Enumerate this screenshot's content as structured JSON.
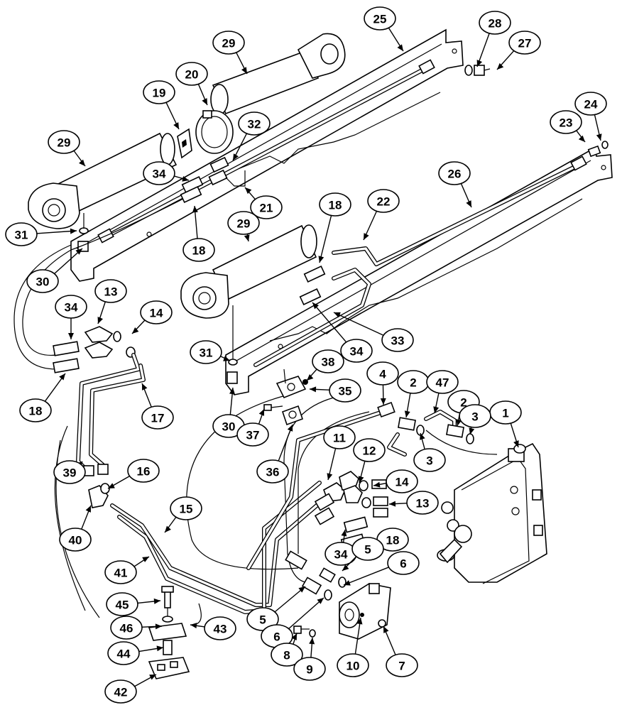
{
  "callouts": [
    {
      "id": "c25",
      "label": "25"
    },
    {
      "id": "c28",
      "label": "28"
    },
    {
      "id": "c27",
      "label": "27"
    },
    {
      "id": "c29a",
      "label": "29"
    },
    {
      "id": "c20",
      "label": "20"
    },
    {
      "id": "c19",
      "label": "19"
    },
    {
      "id": "c29b",
      "label": "29"
    },
    {
      "id": "c32",
      "label": "32"
    },
    {
      "id": "c34a",
      "label": "34"
    },
    {
      "id": "c21",
      "label": "21"
    },
    {
      "id": "c24",
      "label": "24"
    },
    {
      "id": "c23",
      "label": "23"
    },
    {
      "id": "c26",
      "label": "26"
    },
    {
      "id": "c31a",
      "label": "31"
    },
    {
      "id": "c18a",
      "label": "18"
    },
    {
      "id": "c29c",
      "label": "29"
    },
    {
      "id": "c18b",
      "label": "18"
    },
    {
      "id": "c22",
      "label": "22"
    },
    {
      "id": "c30a",
      "label": "30"
    },
    {
      "id": "c13a",
      "label": "13"
    },
    {
      "id": "c34b",
      "label": "34"
    },
    {
      "id": "c14a",
      "label": "14"
    },
    {
      "id": "c33",
      "label": "33"
    },
    {
      "id": "c34c",
      "label": "34"
    },
    {
      "id": "c31b",
      "label": "31"
    },
    {
      "id": "c38",
      "label": "38"
    },
    {
      "id": "c35",
      "label": "35"
    },
    {
      "id": "c18c",
      "label": "18"
    },
    {
      "id": "c17",
      "label": "17"
    },
    {
      "id": "c4",
      "label": "4"
    },
    {
      "id": "c2a",
      "label": "2"
    },
    {
      "id": "c47",
      "label": "47"
    },
    {
      "id": "c1",
      "label": "1"
    },
    {
      "id": "c2b",
      "label": "2"
    },
    {
      "id": "c3a",
      "label": "3"
    },
    {
      "id": "c30b",
      "label": "30"
    },
    {
      "id": "c37",
      "label": "37"
    },
    {
      "id": "c3b",
      "label": "3"
    },
    {
      "id": "c11",
      "label": "11"
    },
    {
      "id": "c12",
      "label": "12"
    },
    {
      "id": "c36",
      "label": "36"
    },
    {
      "id": "c39",
      "label": "39"
    },
    {
      "id": "c16",
      "label": "16"
    },
    {
      "id": "c14b",
      "label": "14"
    },
    {
      "id": "c13b",
      "label": "13"
    },
    {
      "id": "c40",
      "label": "40"
    },
    {
      "id": "c15",
      "label": "15"
    },
    {
      "id": "c34d",
      "label": "34"
    },
    {
      "id": "c18d",
      "label": "18"
    },
    {
      "id": "c41",
      "label": "41"
    },
    {
      "id": "c5a",
      "label": "5"
    },
    {
      "id": "c6a",
      "label": "6"
    },
    {
      "id": "c45",
      "label": "45"
    },
    {
      "id": "c5b",
      "label": "5"
    },
    {
      "id": "c46",
      "label": "46"
    },
    {
      "id": "c43",
      "label": "43"
    },
    {
      "id": "c6b",
      "label": "6"
    },
    {
      "id": "c44",
      "label": "44"
    },
    {
      "id": "c8",
      "label": "8"
    },
    {
      "id": "c9",
      "label": "9"
    },
    {
      "id": "c10",
      "label": "10"
    },
    {
      "id": "c7",
      "label": "7"
    },
    {
      "id": "c42",
      "label": "42"
    }
  ],
  "icons": {
    "cylinder": "hydraulic-cylinder-icon",
    "valve": "control-valve-icon",
    "fitting": "hose-fitting-icon",
    "clamp": "pipe-clamp-icon",
    "bolt": "bolt-icon"
  },
  "colors": {
    "line": "#000000",
    "fill": "#ffffff"
  }
}
